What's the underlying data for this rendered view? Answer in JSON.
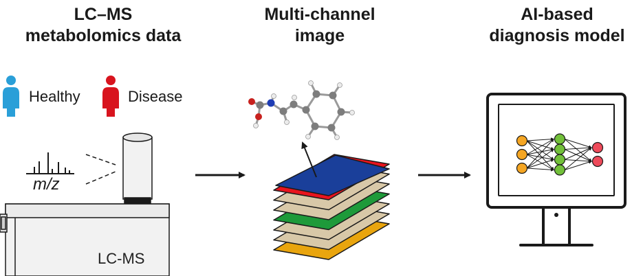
{
  "titles": {
    "lcms_data": [
      "LC–MS",
      "metabolomics data"
    ],
    "image": [
      "Multi-channel",
      "image"
    ],
    "model": [
      "AI-based",
      "diagnosis model"
    ]
  },
  "legend": {
    "healthy": "Healthy",
    "disease": "Disease"
  },
  "spectrum_axis": "m/z",
  "instrument_label": "LC-MS",
  "colors": {
    "healthy": "#2a9fd8",
    "disease": "#d8141e",
    "layers": [
      "#e9a50e",
      "#d8c8a8",
      "#d8c8a8",
      "#1e9a3a",
      "#d8c8a8",
      "#d8c8a8",
      "#e8141e",
      "#1a3f9a"
    ],
    "nn_input": "#f5a623",
    "nn_hidden": "#72c03a",
    "nn_output": "#ee4a5a"
  },
  "nn_layers": [
    3,
    4,
    2
  ],
  "layer_count": 8
}
